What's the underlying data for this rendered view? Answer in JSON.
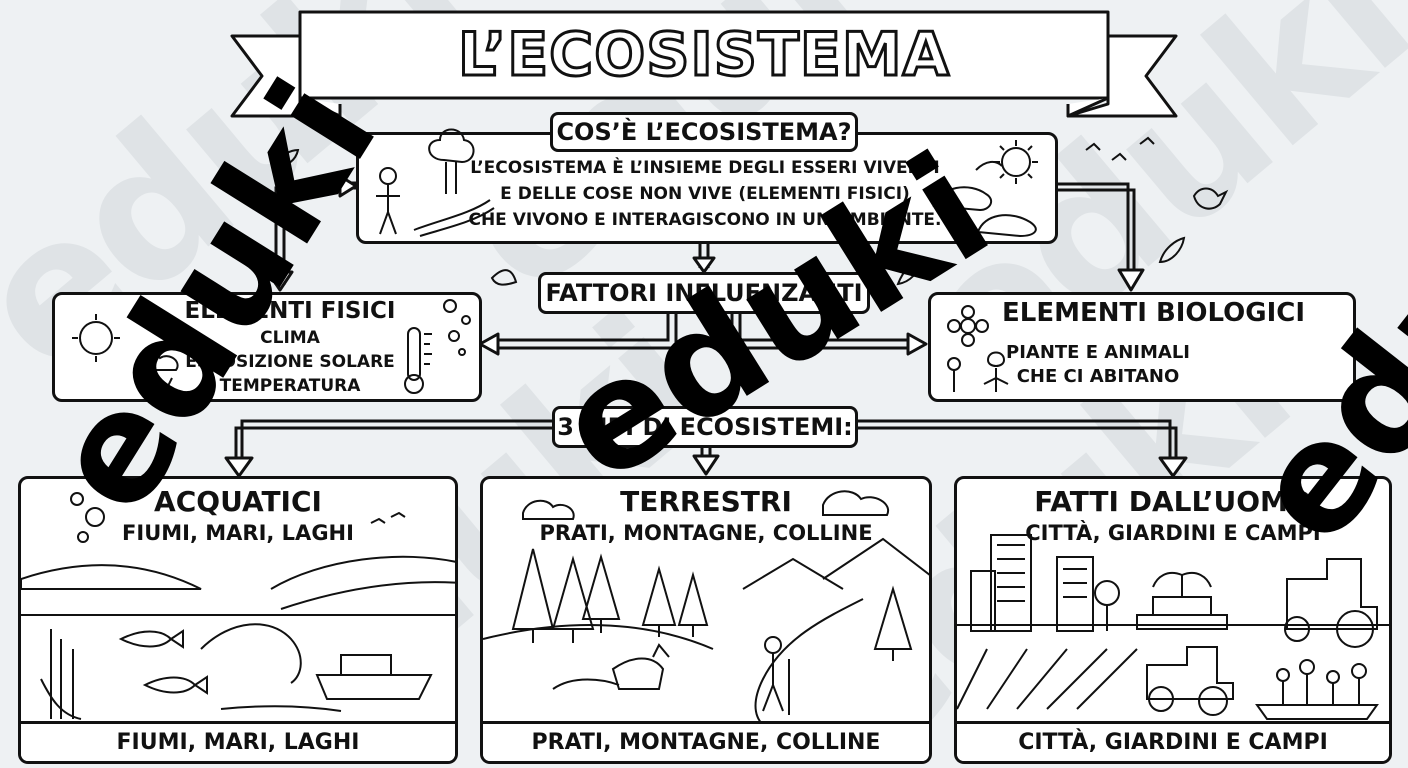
{
  "title": "L’ECOSISTEMA",
  "definition": {
    "heading": "COS’È L’ECOSISTEMA?",
    "lines": [
      "L’ECOSISTEMA È L’INSIEME DEGLI ESSERI VIVENTI",
      "E DELLE COSE NON VIVE (ELEMENTI FISICI)",
      "CHE VIVONO E INTERAGISCONO IN UN’AMBIENTE."
    ]
  },
  "factors": {
    "label": "FATTORI INFLUENZANTI",
    "physical": {
      "title": "ELEMENTI FISICI",
      "items": [
        "CLIMA",
        "ESPOSIZIONE SOLARE",
        "TEMPERATURA"
      ]
    },
    "biological": {
      "title": "ELEMENTI BIOLOGICI",
      "items": [
        "PIANTE E ANIMALI",
        "CHE CI ABITANO"
      ]
    }
  },
  "types": {
    "label": "3 TIPI DI ECOSISTEMI:",
    "panels": [
      {
        "title": "ACQUATICI",
        "subtitle": "FIUMI, MARI, LAGHI",
        "footer": "FIUMI, MARI, LAGHI"
      },
      {
        "title": "TERRESTRI",
        "subtitle": "PRATI, MONTAGNE, COLLINE",
        "footer": "PRATI, MONTAGNE, COLLINE"
      },
      {
        "title": "FATTI DALL’UOMO",
        "subtitle": "CITTÀ, GIARDINI E CAMPI",
        "footer": "CITTÀ, GIARDINI E CAMPI"
      }
    ]
  },
  "watermark": "eduki",
  "colors": {
    "ink": "#111111",
    "paper": "#ffffff",
    "background": "#eef1f3",
    "watermark_light": "#dfe3e6"
  }
}
